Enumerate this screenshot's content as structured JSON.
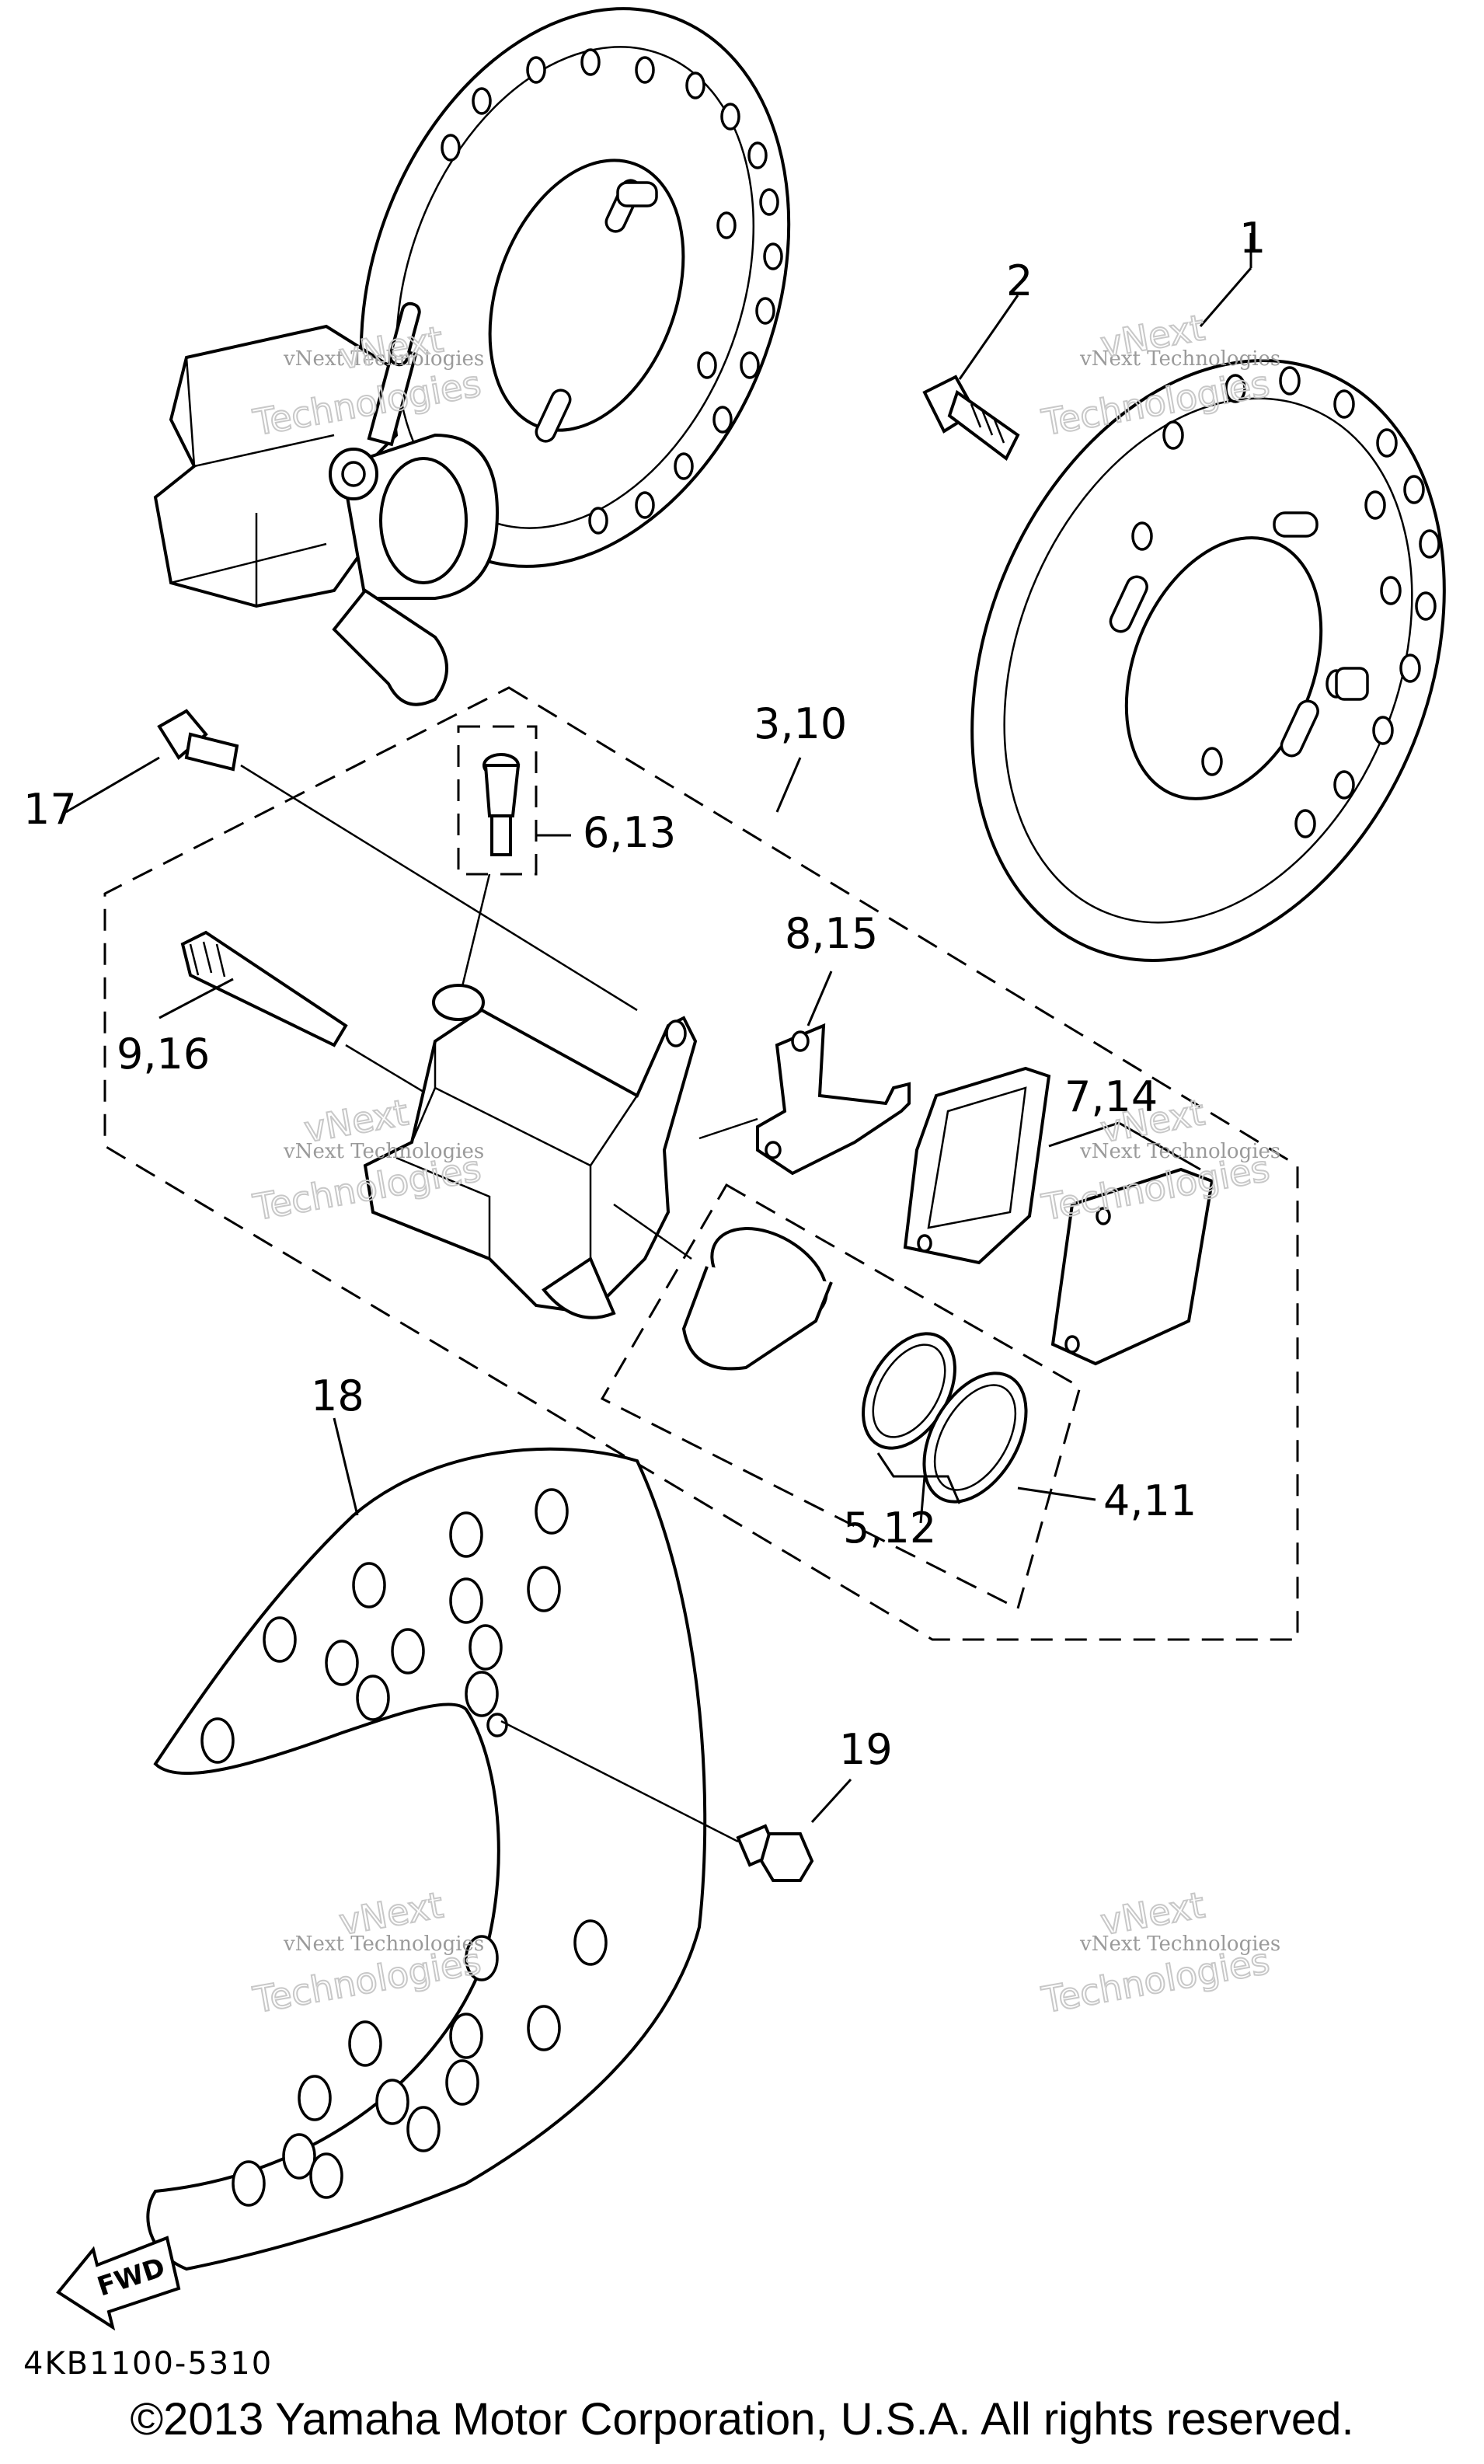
{
  "callouts": {
    "c1": "1",
    "c2": "2",
    "c3_10": "3,10",
    "c4_11": "4,11",
    "c5_12": "5,12",
    "c6_13": "6,13",
    "c7_14": "7,14",
    "c8_15": "8,15",
    "c9_16": "9,16",
    "c17": "17",
    "c18": "18",
    "c19": "19"
  },
  "watermark": {
    "line1": "vNext Technologies",
    "line2": "vNext",
    "line3": "Technologies"
  },
  "fwd_label": "FWD",
  "diagram_code": "4KB1100-5310",
  "copyright": "©2013 Yamaha Motor Corporation, U.S.A. All rights reserved."
}
